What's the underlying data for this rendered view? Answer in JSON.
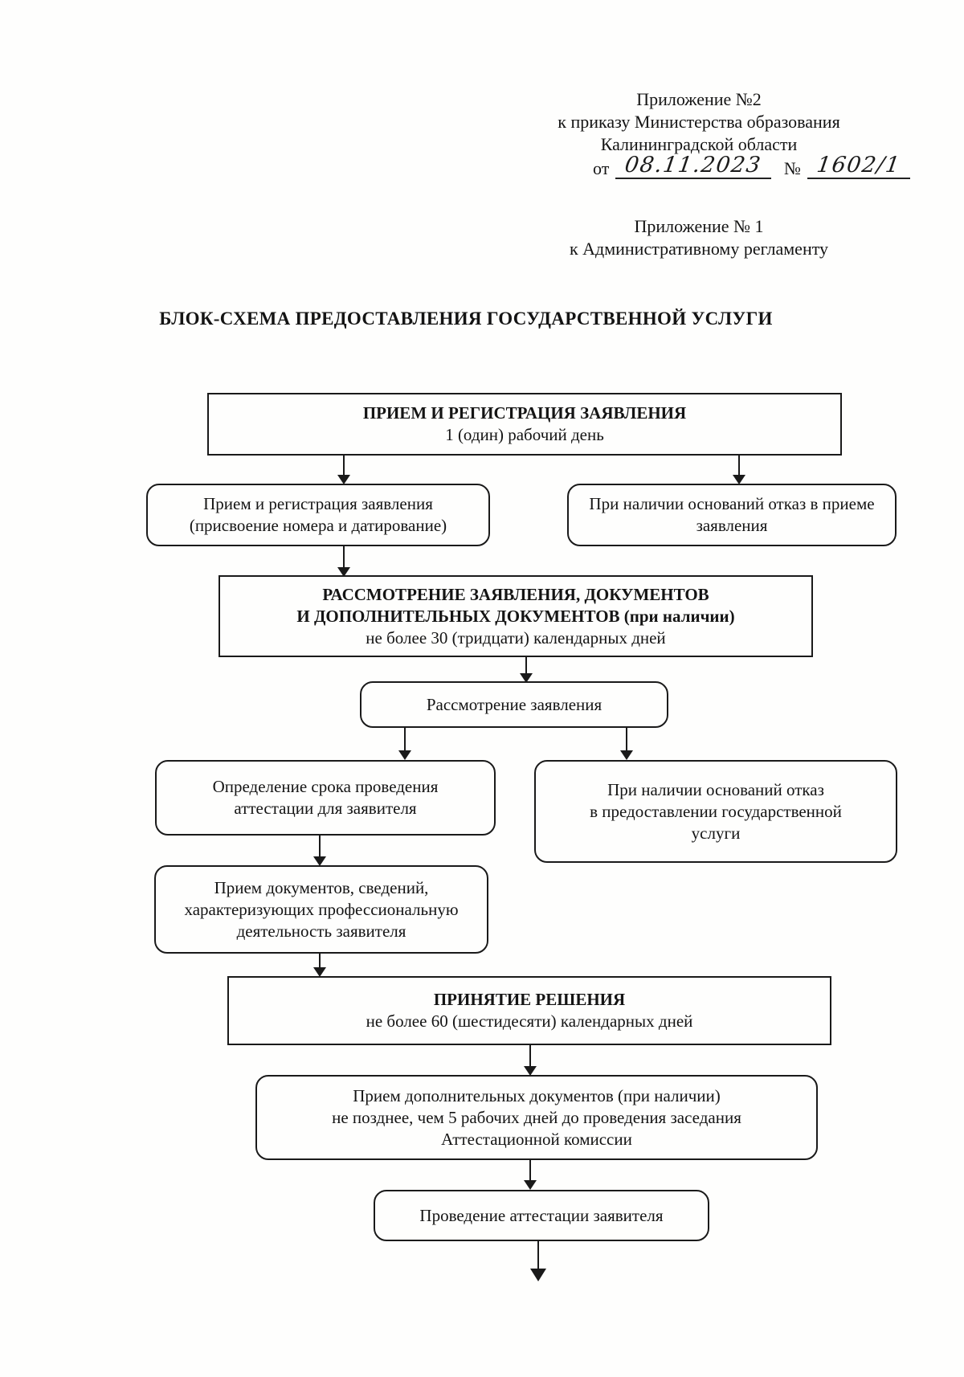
{
  "appendix2": {
    "line1": "Приложение №2",
    "line2": "к приказу Министерства образования",
    "line3": "Калининградской области",
    "date_prefix": "от",
    "date_value": "08.11.2023",
    "number_prefix": "№",
    "number_value": "1602/1"
  },
  "appendix1": {
    "line1": "Приложение № 1",
    "line2": "к Административному регламенту"
  },
  "title": "БЛОК-СХЕМА ПРЕДОСТАВЛЕНИЯ ГОСУДАРСТВЕННОЙ УСЛУГИ",
  "flowchart": {
    "stage1": {
      "title": "ПРИЕМ И РЕГИСТРАЦИЯ ЗАЯВЛЕНИЯ",
      "subtitle": "1 (один) рабочий день"
    },
    "step_registration": {
      "line1": "Прием и регистрация заявления",
      "line2": "(присвоение номера и датирование)"
    },
    "step_refusal_accept": {
      "line1": "При наличии оснований отказ в приеме",
      "line2": "заявления"
    },
    "stage2": {
      "title1": "РАССМОТРЕНИЕ ЗАЯВЛЕНИЯ, ДОКУМЕНТОВ",
      "title2": "И ДОПОЛНИТЕЛЬНЫХ ДОКУМЕНТОВ (при наличии)",
      "subtitle": "не более 30 (тридцати) календарных дней"
    },
    "step_review": {
      "line1": "Рассмотрение заявления"
    },
    "step_term": {
      "line1": "Определение срока проведения",
      "line2": "аттестации для заявителя"
    },
    "step_refusal_service": {
      "line1": "При наличии оснований отказ",
      "line2": "в предоставлении государственной",
      "line3": "услуги"
    },
    "step_docs": {
      "line1": "Прием документов, сведений,",
      "line2": "характеризующих профессиональную",
      "line3": "деятельность заявителя"
    },
    "stage3": {
      "title": "ПРИНЯТИЕ РЕШЕНИЯ",
      "subtitle": "не более 60 (шестидесяти) календарных дней"
    },
    "step_additional": {
      "line1": "Прием дополнительных документов (при наличии)",
      "line2": "не позднее, чем 5 рабочих дней до проведения заседания",
      "line3": "Аттестационной комиссии"
    },
    "step_attestation": {
      "line1": "Проведение аттестации заявителя"
    }
  }
}
